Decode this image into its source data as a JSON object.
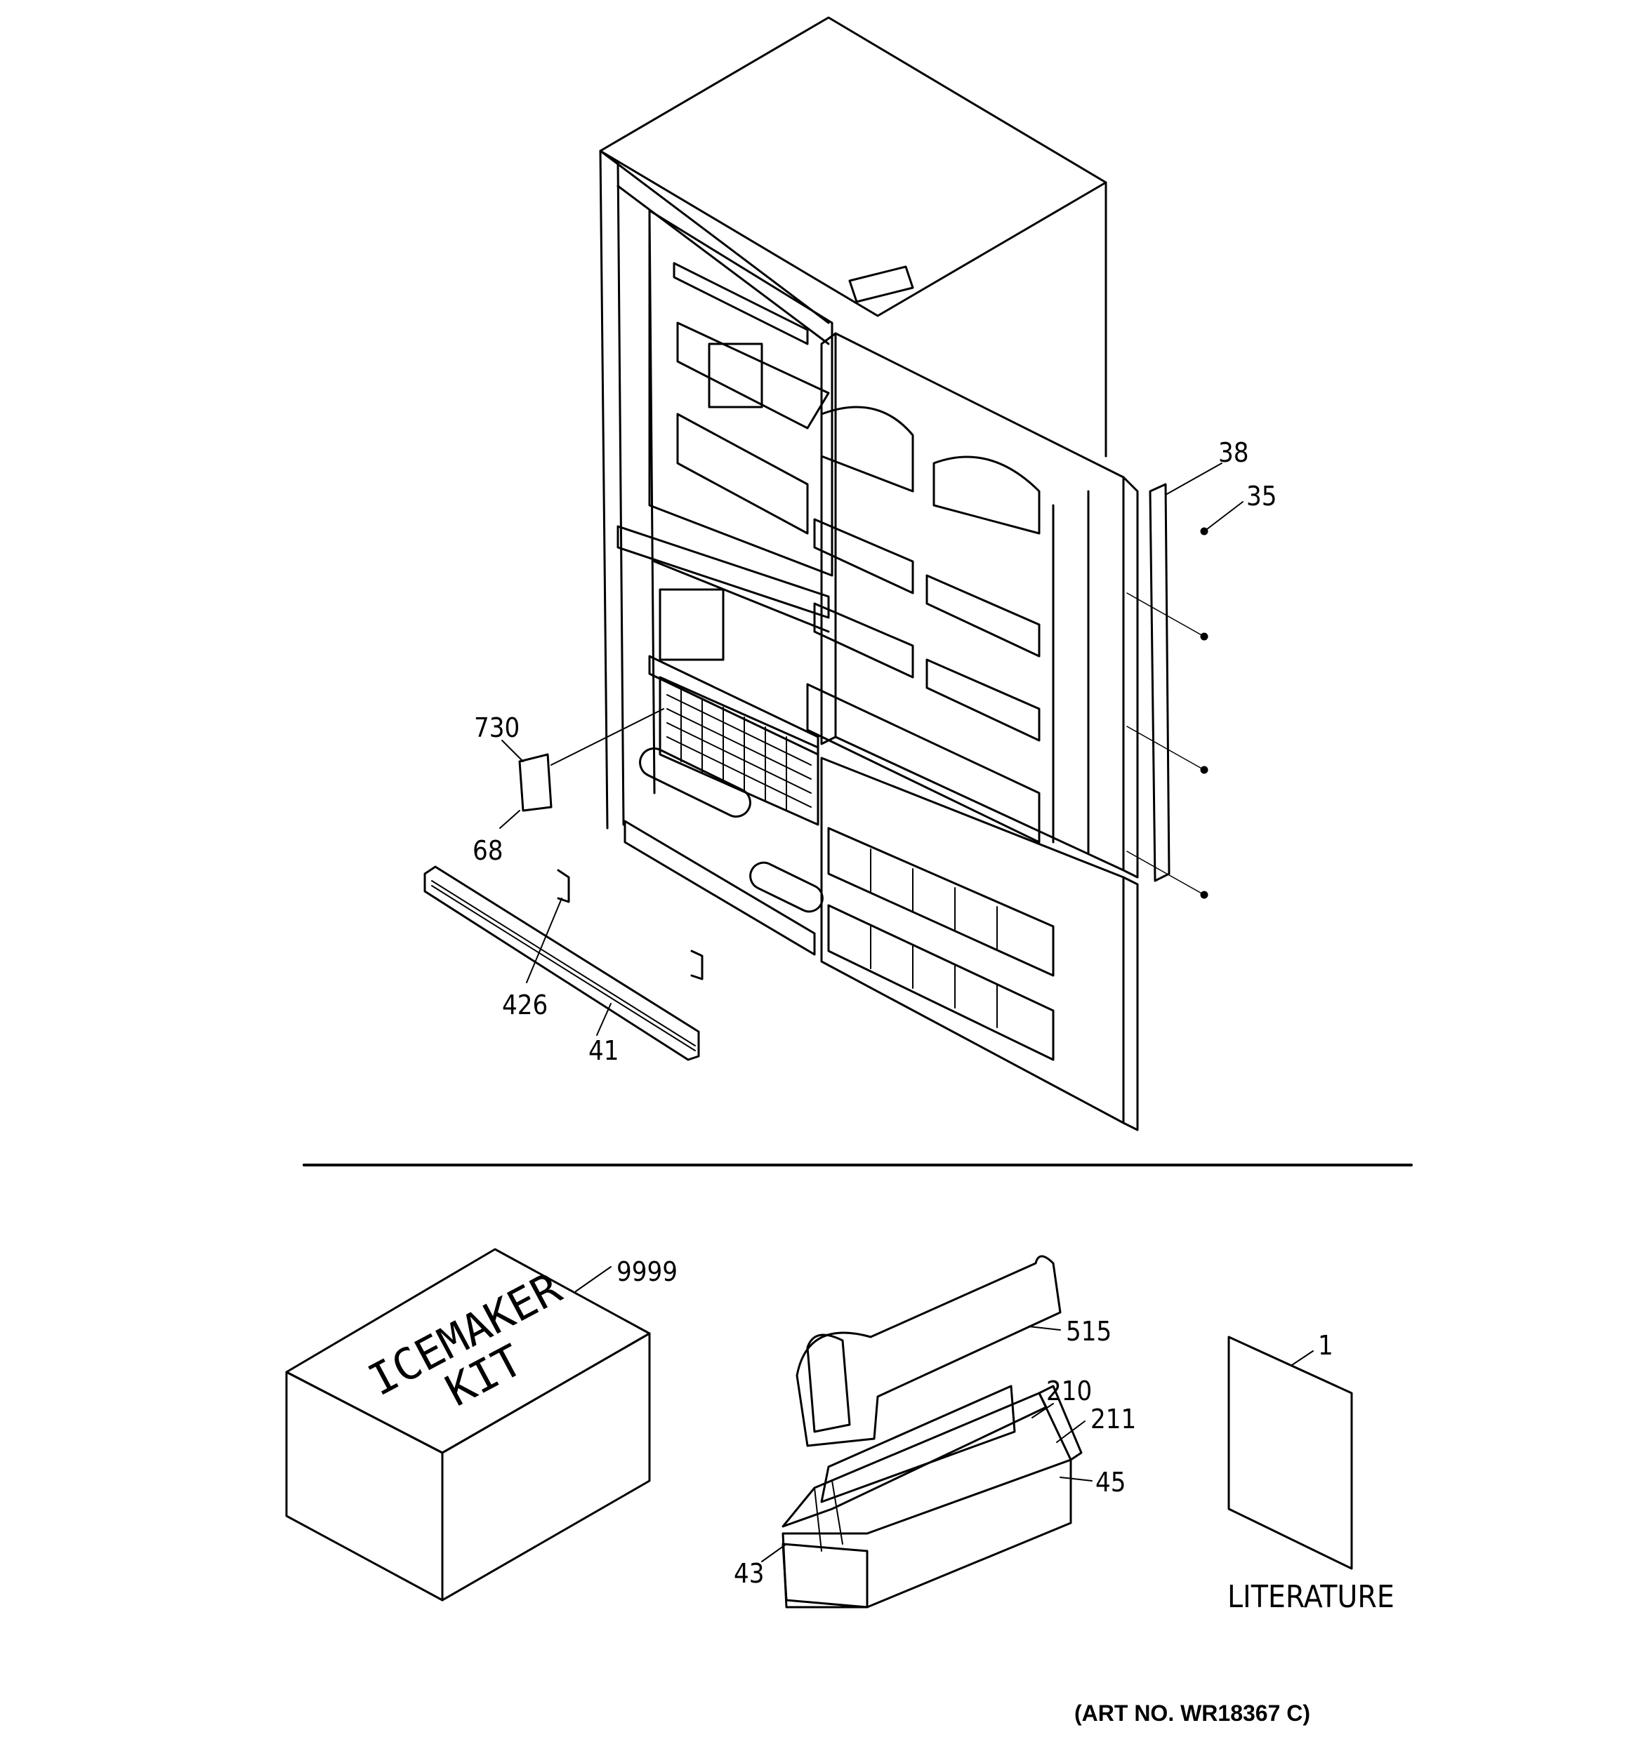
{
  "parts": {
    "p38": "38",
    "p35": "35",
    "p730": "730",
    "p68": "68",
    "p426": "426",
    "p41": "41",
    "p9999": "9999",
    "p515": "515",
    "p210": "210",
    "p211": "211",
    "p45": "45",
    "p43": "43",
    "p1": "1"
  },
  "icemaker_box": {
    "line1": "ICEMAKER",
    "line2": "KIT"
  },
  "literature_label": "LITERATURE",
  "art_number": "(ART NO. WR18367 C)"
}
